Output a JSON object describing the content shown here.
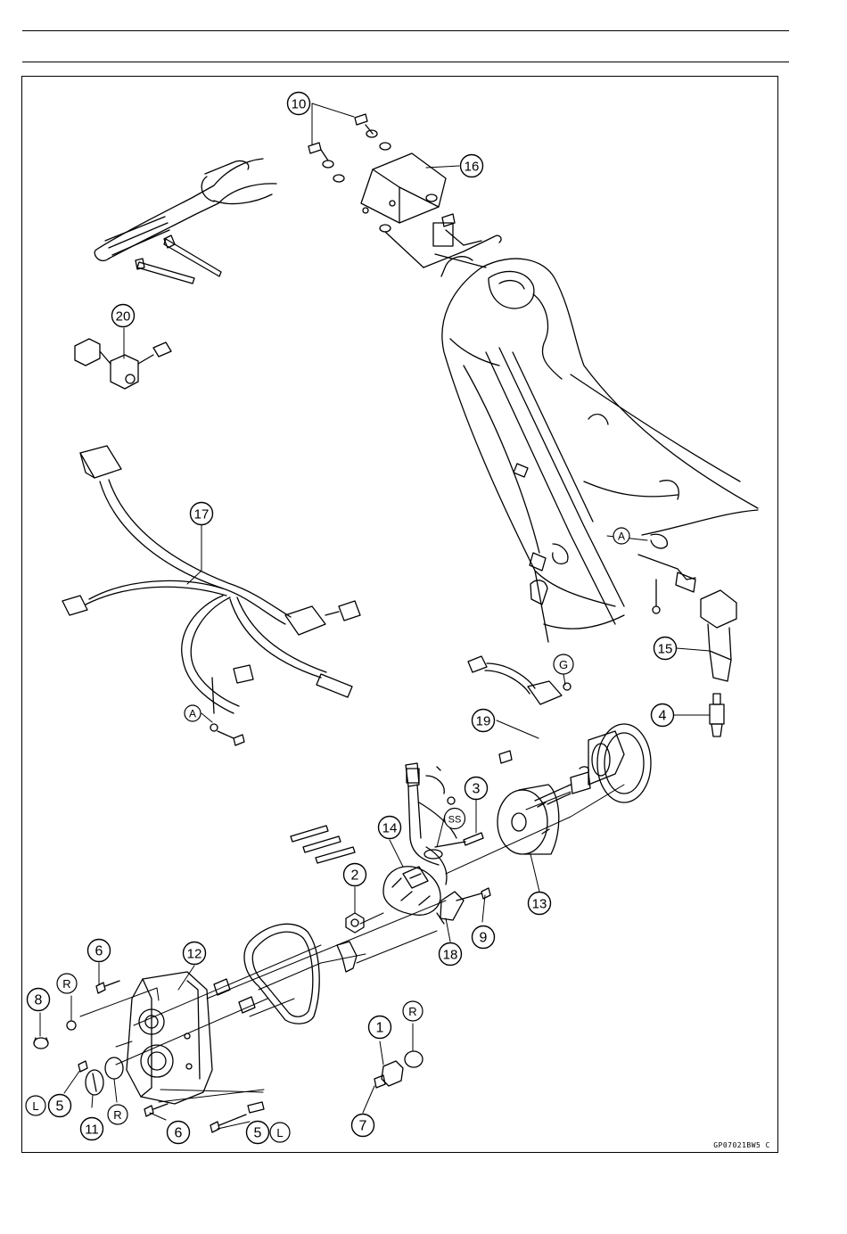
{
  "figure": {
    "code": "GP07021BW5 C"
  },
  "callouts": [
    {
      "id": "c1",
      "label": "1"
    },
    {
      "id": "c2",
      "label": "2"
    },
    {
      "id": "c3",
      "label": "3"
    },
    {
      "id": "c4",
      "label": "4"
    },
    {
      "id": "c5a",
      "label": "5"
    },
    {
      "id": "c5b",
      "label": "5"
    },
    {
      "id": "c6a",
      "label": "6"
    },
    {
      "id": "c6b",
      "label": "6"
    },
    {
      "id": "c7",
      "label": "7"
    },
    {
      "id": "c8",
      "label": "8"
    },
    {
      "id": "c9",
      "label": "9"
    },
    {
      "id": "c10",
      "label": "10"
    },
    {
      "id": "c11",
      "label": "11"
    },
    {
      "id": "c12",
      "label": "12"
    },
    {
      "id": "c13",
      "label": "13"
    },
    {
      "id": "c14",
      "label": "14"
    },
    {
      "id": "c15",
      "label": "15"
    },
    {
      "id": "c16",
      "label": "16"
    },
    {
      "id": "c17",
      "label": "17"
    },
    {
      "id": "c18",
      "label": "18"
    },
    {
      "id": "c19",
      "label": "19"
    },
    {
      "id": "c20",
      "label": "20"
    }
  ],
  "symbols": [
    {
      "id": "sA1",
      "label": "A"
    },
    {
      "id": "sA2",
      "label": "A"
    },
    {
      "id": "sG",
      "label": "G"
    },
    {
      "id": "sSS",
      "label": "SS"
    },
    {
      "id": "sR1",
      "label": "R"
    },
    {
      "id": "sR2",
      "label": "R"
    },
    {
      "id": "sR3",
      "label": "R"
    },
    {
      "id": "sL1",
      "label": "L"
    },
    {
      "id": "sL2",
      "label": "L"
    }
  ]
}
